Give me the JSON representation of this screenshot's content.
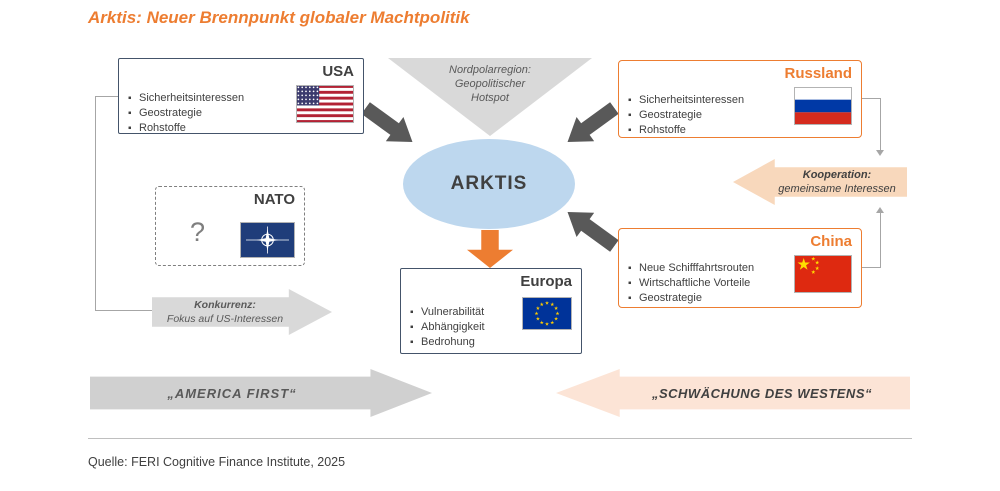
{
  "title": "Arktis: Neuer Brennpunkt globaler Machtpolitik",
  "center": {
    "label": "ARKTIS"
  },
  "hotspot": {
    "lines": [
      "Nordpolarregion:",
      "Geopolitischer",
      "Hotspot"
    ]
  },
  "boxes": {
    "usa": {
      "label": "USA",
      "items": [
        "Sicherheitsinteressen",
        "Geostrategie",
        "Rohstoffe"
      ]
    },
    "russland": {
      "label": "Russland",
      "items": [
        "Sicherheitsinteressen",
        "Geostrategie",
        "Rohstoffe"
      ]
    },
    "china": {
      "label": "China",
      "items": [
        "Neue Schifffahrtsrouten",
        "Wirtschaftliche Vorteile",
        "Geostrategie"
      ]
    },
    "europa": {
      "label": "Europa",
      "items": [
        "Vulnerabilität",
        "Abhängigkeit",
        "Bedrohung"
      ]
    },
    "nato": {
      "label": "NATO",
      "question": "?"
    }
  },
  "arrows": {
    "kooperation": {
      "title": "Kooperation:",
      "subtitle": "gemeinsame Interessen"
    },
    "konkurrenz": {
      "title": "Konkurrenz:",
      "subtitle": "Fokus auf US-Interessen"
    },
    "america_first": {
      "label": "„AMERICA FIRST“"
    },
    "schwaechung": {
      "label": "„SCHWÄCHUNG DES WESTENS“"
    }
  },
  "source": "Quelle: FERI Cognitive Finance Institute, 2025",
  "colors": {
    "accent_orange": "#ED7D31",
    "center_blue": "#BDD7EE",
    "gray_arrow": "#D9D9D9",
    "peach_arrow": "#FCE4D6",
    "dark_arrow": "#595959"
  }
}
